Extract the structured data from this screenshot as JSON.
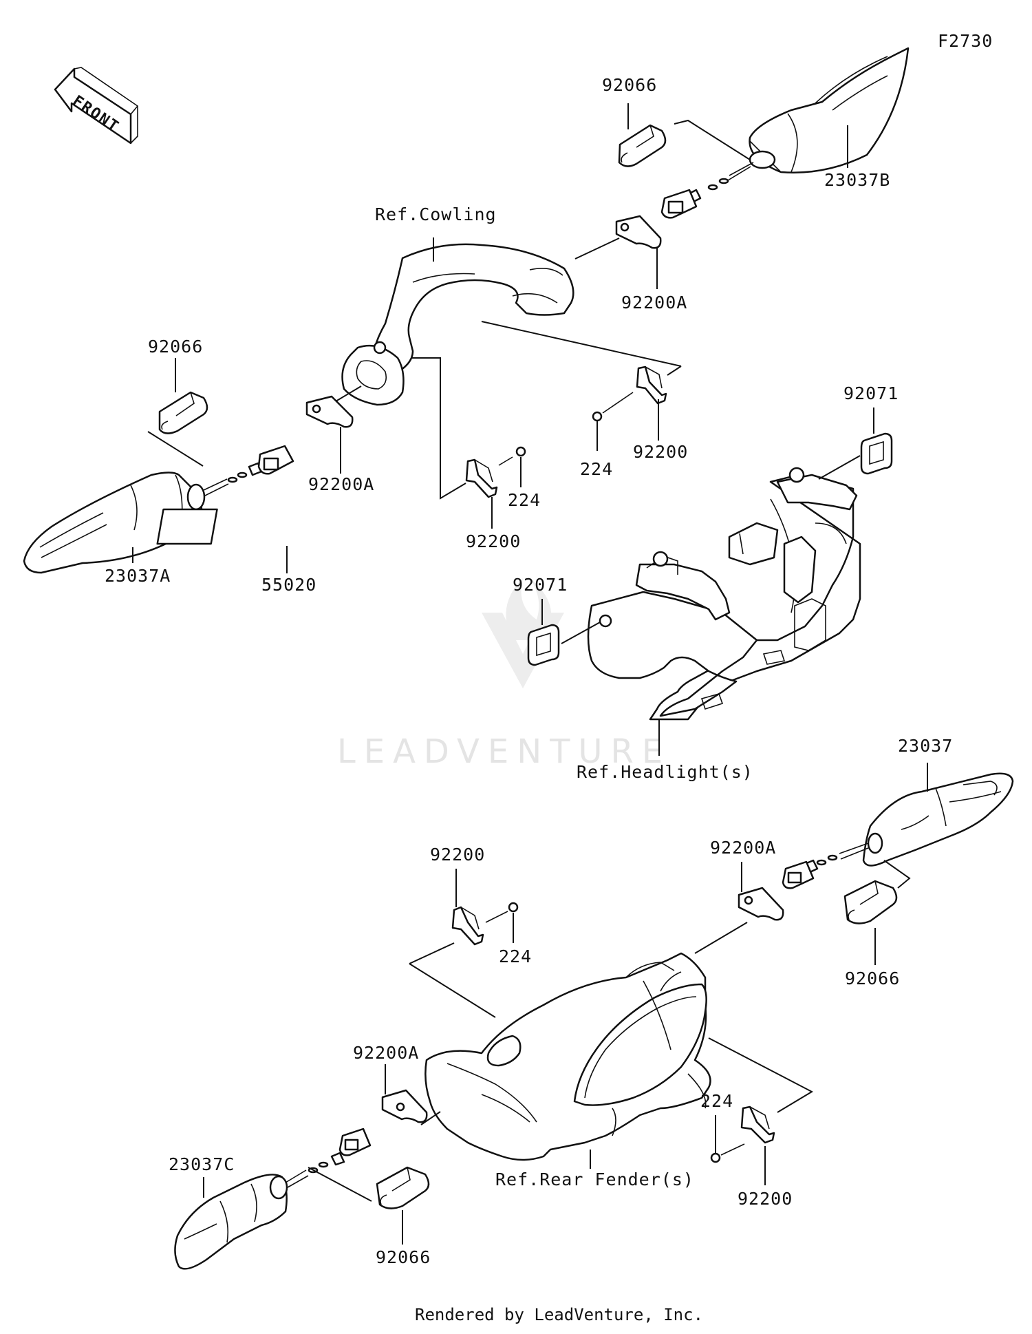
{
  "figure_code": "F2730",
  "front_badge": "FRONT",
  "watermark": "LEADVENTURE",
  "footer": "Rendered by LeadVenture, Inc.",
  "labels": {
    "p92066_tr": "92066",
    "p23037B": "23037B",
    "ref_cowling": "Ref.Cowling",
    "p92200A_top": "92200A",
    "p92066_l": "92066",
    "p92200A_l": "92200A",
    "p224_top": "224",
    "p92200_top": "92200",
    "p224_mid": "224",
    "p92200_mid": "92200",
    "p23037A": "23037A",
    "p55020": "55020",
    "p92071_r": "92071",
    "p92071_c": "92071",
    "ref_headlight": "Ref.Headlight(s)",
    "p23037": "23037",
    "p92200A_r": "92200A",
    "p92066_r": "92066",
    "p92200_bl": "92200",
    "p224_bl": "224",
    "p92200A_bl": "92200A",
    "p224_br": "224",
    "p92200_br": "92200",
    "ref_rear_fender": "Ref.Rear Fender(s)",
    "p23037C": "23037C",
    "p92066_b": "92066"
  }
}
